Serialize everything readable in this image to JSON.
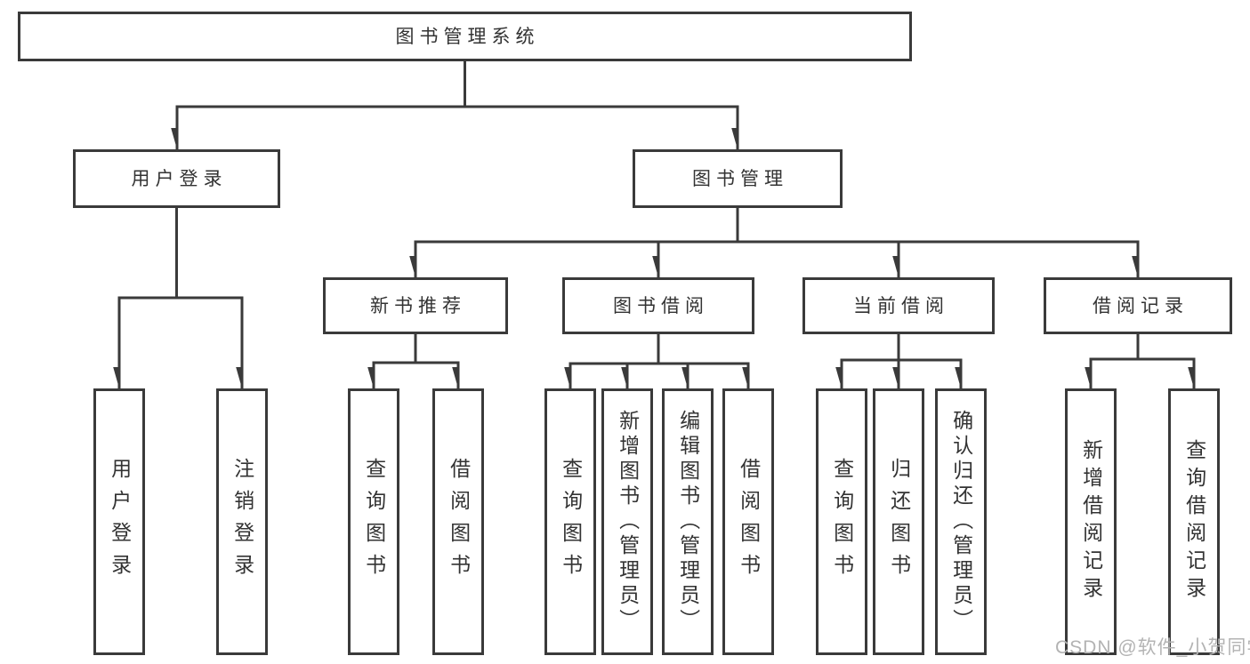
{
  "colors": {
    "line": "#3a3a3a",
    "text": "#333333",
    "box_background": "#ffffff",
    "watermark": "#b3b3b3",
    "background": "#ffffff"
  },
  "root": {
    "label": "图书管理系统"
  },
  "level2": [
    {
      "label": "用户登录"
    },
    {
      "label": "图书管理"
    }
  ],
  "level3": [
    {
      "label": "新书推荐"
    },
    {
      "label": "图书借阅"
    },
    {
      "label": "当前借阅"
    },
    {
      "label": "借阅记录"
    }
  ],
  "leaves": {
    "user_login": [
      "用户登录",
      "注销登录"
    ],
    "new_book_recommend": [
      "查询图书",
      "借阅图书"
    ],
    "book_borrow": [
      "查询图书",
      "新增图书（管理员）",
      "编辑图书（管理员）",
      "借阅图书"
    ],
    "current_borrow": [
      "查询图书",
      "归还图书",
      "确认归还（管理员）"
    ],
    "borrow_records": [
      "新增借阅记录",
      "查询借阅记录"
    ]
  },
  "watermark": "CSDN @软件_小贺同学"
}
